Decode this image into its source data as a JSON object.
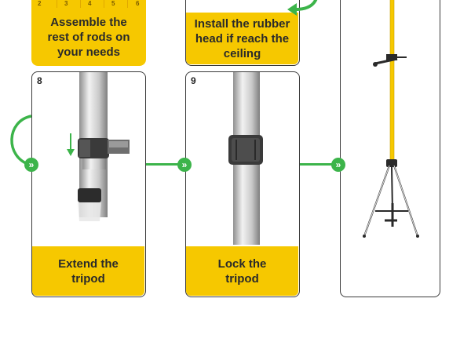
{
  "colors": {
    "accent_yellow": "#f6c800",
    "arrow_green": "#3cb44a",
    "border": "#3a3a3a"
  },
  "steps": [
    {
      "number": "",
      "caption": "Assemble the\nrest of rods on\nyour needs"
    },
    {
      "number": "",
      "caption": "Install the rubber\nhead if reach the\nceiling"
    },
    {
      "number": "8",
      "caption": "Extend the\ntripod"
    },
    {
      "number": "9",
      "caption": "Lock the\ntripod"
    }
  ],
  "rod_scale_numbers": [
    "2",
    "3",
    "4",
    "5",
    "6"
  ],
  "icons": {
    "connector": "double-chevron-right-icon",
    "curve_arrow": "curved-arrow-icon",
    "down_arrow": "arrow-down-icon"
  }
}
